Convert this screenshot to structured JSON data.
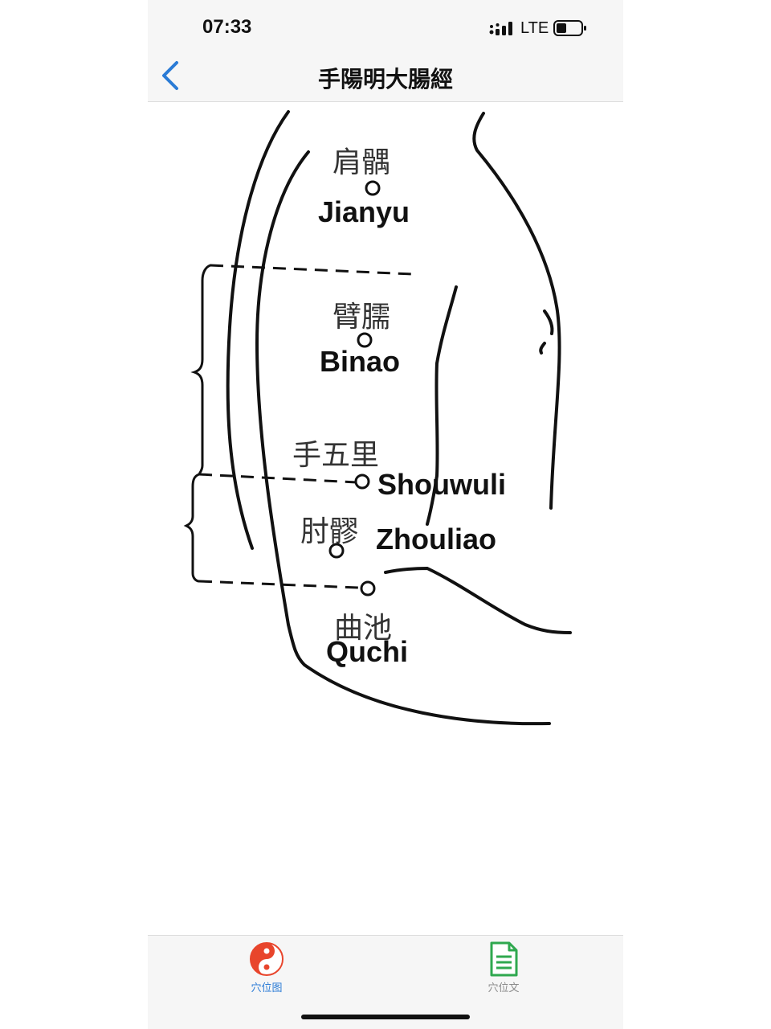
{
  "status_bar": {
    "time": "07:33",
    "network": "LTE",
    "signal_icon": "signal-icon",
    "battery_icon": "battery-icon"
  },
  "nav": {
    "back_icon": "chevron-left-icon",
    "title": "手陽明大腸經"
  },
  "diagram": {
    "points": [
      {
        "cn": "肩髃",
        "en": "Jianyu"
      },
      {
        "cn": "臂臑",
        "en": "Binao"
      },
      {
        "cn": "手五里",
        "en": "Shouwuli"
      },
      {
        "cn": "肘髎",
        "en": "Zhouliao"
      },
      {
        "cn": "曲池",
        "en": "Quchi"
      }
    ]
  },
  "tabs": [
    {
      "label": "穴位图",
      "icon": "yin-yang-icon",
      "active": true
    },
    {
      "label": "穴位文",
      "icon": "document-icon",
      "active": false
    }
  ],
  "colors": {
    "accent": "#2a7bd6",
    "tab_icon_red": "#e8452c",
    "tab_icon_green": "#2fa84f"
  }
}
